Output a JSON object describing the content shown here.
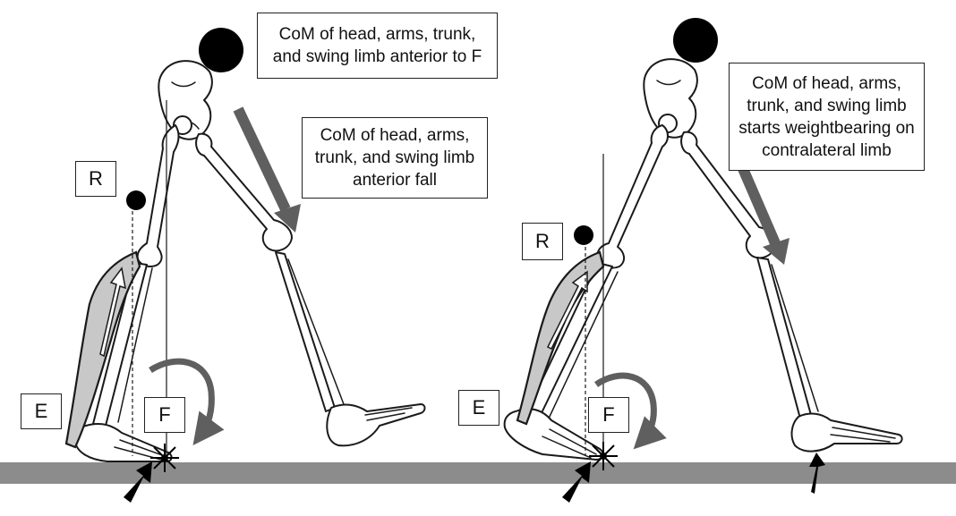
{
  "panels": [
    {
      "id": "left",
      "callout_top": "CoM of head, arms, trunk, and swing limb anterior to F",
      "callout_middle": "CoM of head, arms, trunk, and swing limb anterior fall",
      "label_r": "R",
      "label_e": "E",
      "label_f": "F"
    },
    {
      "id": "right",
      "callout_top": "CoM of head, arms, trunk, and swing limb starts weightbearing on contralateral limb",
      "label_r": "R",
      "label_e": "E",
      "label_f": "F"
    }
  ],
  "colors": {
    "ground": "#8c8c8c",
    "arrow": "#5f5f5f",
    "muscle": "#c8c8c8",
    "mass": "#000000"
  }
}
